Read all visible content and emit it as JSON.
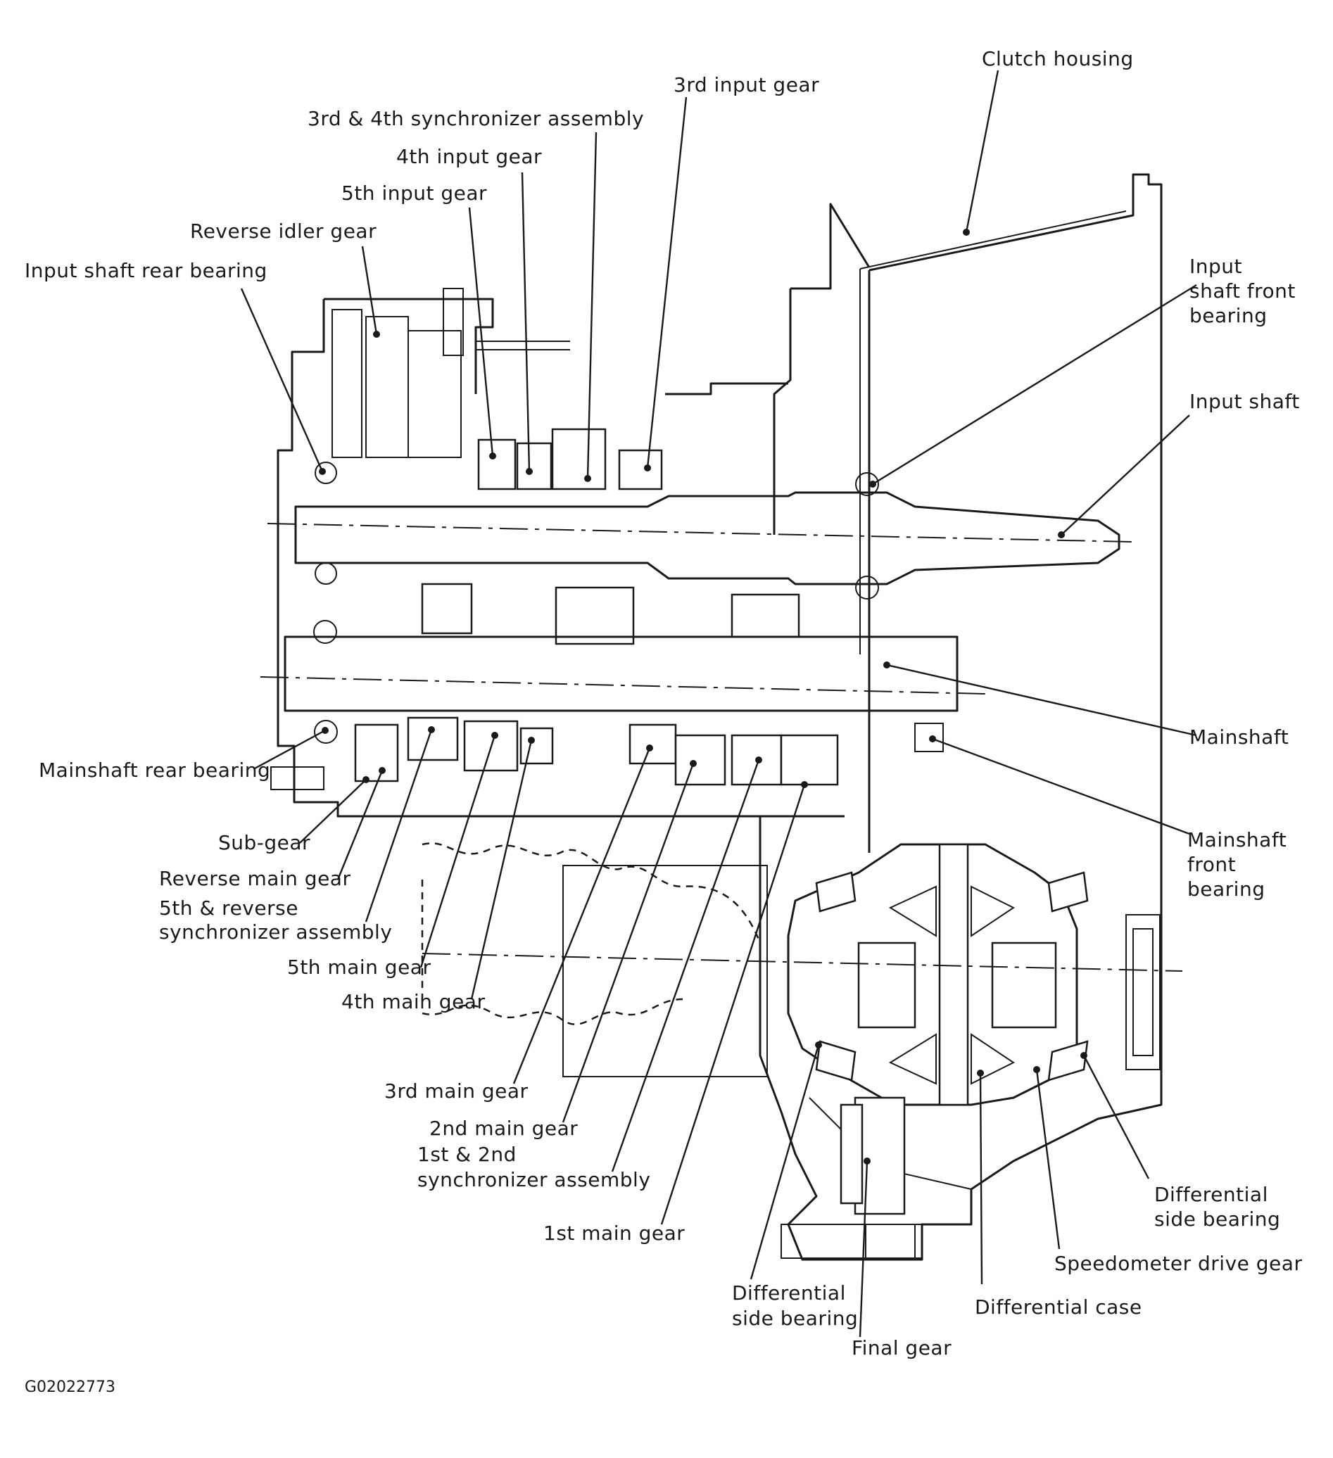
{
  "diagram": {
    "figure_code": "G02022773",
    "labels": {
      "clutch_housing": "Clutch housing",
      "third_input_gear": "3rd input gear",
      "third_fourth_synchronizer_assembly": "3rd & 4th synchronizer assembly",
      "fourth_input_gear": "4th input gear",
      "fifth_input_gear": "5th input gear",
      "reverse_idler_gear": "Reverse idler gear",
      "input_shaft_rear_bearing": "Input shaft rear bearing",
      "input_shaft_front_bearing": [
        "Input",
        "shaft front",
        "bearing"
      ],
      "input_shaft": "Input shaft",
      "mainshaft": "Mainshaft",
      "mainshaft_rear_bearing": "Mainshaft rear bearing",
      "mainshaft_front_bearing": [
        "Mainshaft",
        "front",
        "bearing"
      ],
      "sub_gear": "Sub-gear",
      "reverse_main_gear": "Reverse main gear",
      "fifth_reverse_synchronizer_assembly": [
        "5th & reverse",
        "synchronizer assembly"
      ],
      "fifth_main_gear": "5th main gear",
      "fourth_main_gear": "4th main gear",
      "third_main_gear": "3rd main gear",
      "second_main_gear": "2nd main gear",
      "first_second_synchronizer_assembly": [
        "1st & 2nd",
        "synchronizer assembly"
      ],
      "first_main_gear": "1st main gear",
      "differential_side_bearing_left": [
        "Differential",
        "side bearing"
      ],
      "final_gear": "Final gear",
      "differential_case": "Differential case",
      "speedometer_drive_gear": "Speedometer drive gear",
      "differential_side_bearing_right": [
        "Differential",
        "side bearing"
      ]
    }
  }
}
